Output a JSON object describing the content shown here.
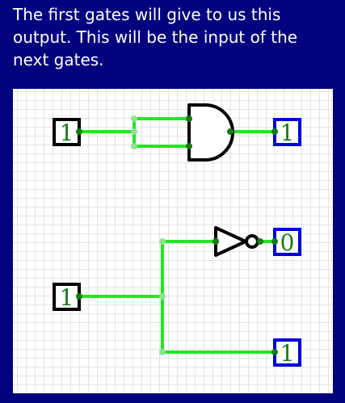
{
  "caption": {
    "lines": [
      "The first gates will give to us this",
      "output. This will be the input of the",
      "next gates."
    ]
  },
  "circuit": {
    "and_input": "1",
    "and_output": "1",
    "lower_input": "1",
    "not_output": "0",
    "direct_output": "1"
  },
  "colors": {
    "background": "#02027e",
    "wire": "#22e622",
    "wire_node": "#157a15",
    "input_pin_border": "#000000",
    "output_pin_border": "#0000d8",
    "gate_stroke": "#000000"
  }
}
